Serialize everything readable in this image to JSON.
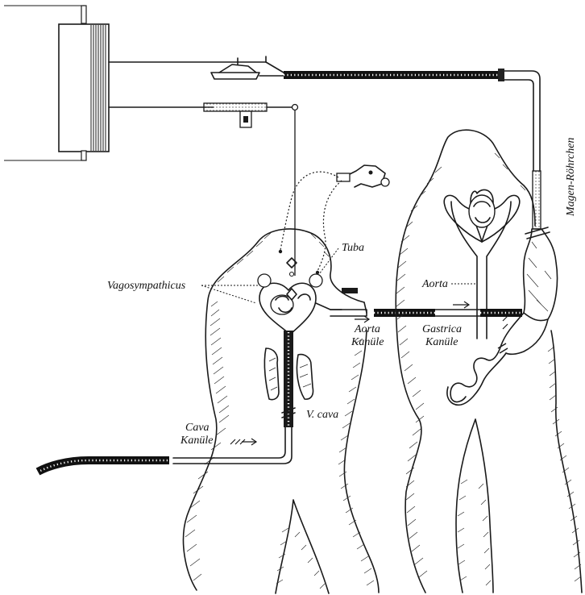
{
  "labels": {
    "vagosympathicus": "Vagosympathicus",
    "tuba": "Tuba",
    "aorta_kanule_line1": "Aorta",
    "aorta_kanule_line2": "Kanüle",
    "v_cava": "V. cava",
    "cava_kanule_line1": "Cava",
    "cava_kanule_line2": "Kanüle",
    "aorta": "Aorta",
    "gastrica_kanule_line1": "Gastrica",
    "gastrica_kanule_line2": "Kanüle",
    "magen_rohrchen": "Magen-Röhrchen"
  }
}
